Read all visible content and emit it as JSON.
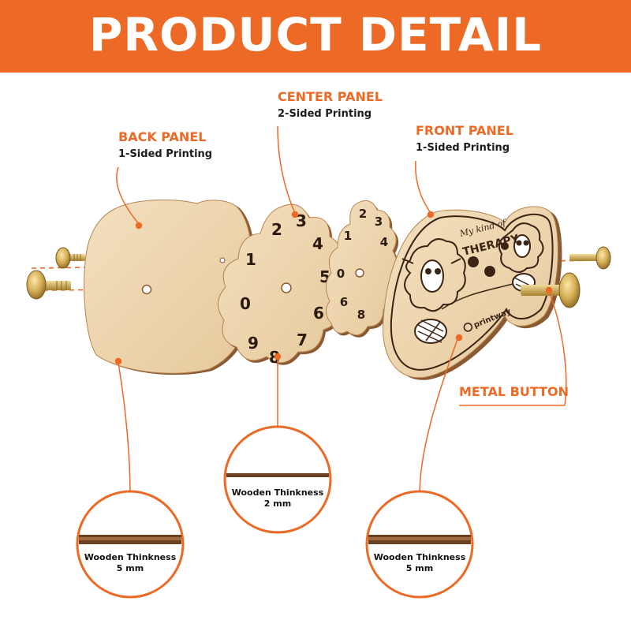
{
  "header": {
    "title": "PRODUCT DETAIL"
  },
  "labels": {
    "back_panel": {
      "title": "BACK PANEL",
      "subtitle": "1-Sided Printing"
    },
    "center_panel": {
      "title": "CENTER PANEL",
      "subtitle": "2-Sided Printing"
    },
    "front_panel": {
      "title": "FRONT PANEL",
      "subtitle": "1-Sided Printing"
    },
    "metal_button": {
      "title": "METAL BUTTON"
    }
  },
  "dial_numbers": [
    "0",
    "1",
    "2",
    "3",
    "4",
    "5",
    "6",
    "7",
    "8",
    "9"
  ],
  "front_print": {
    "headline_small": "My kind of",
    "headline_big": "THERAPY",
    "brand": "printway"
  },
  "thickness": {
    "back": {
      "label": "Wooden Thinkness",
      "value": "5 mm"
    },
    "center": {
      "label": "Wooden Thinkness",
      "value": "2 mm"
    },
    "front": {
      "label": "Wooden Thinkness",
      "value": "5 mm"
    }
  },
  "colors": {
    "accent": "#ec6a25",
    "wood": "#ecd3ab",
    "wood_edge": "#8a5a33",
    "brass": "#c9a24a",
    "print": "#3a2414"
  },
  "icons": [
    "sheep-illustration-icon",
    "yarn-ball-icon",
    "printway-logo-icon",
    "brass-screw-icon"
  ]
}
